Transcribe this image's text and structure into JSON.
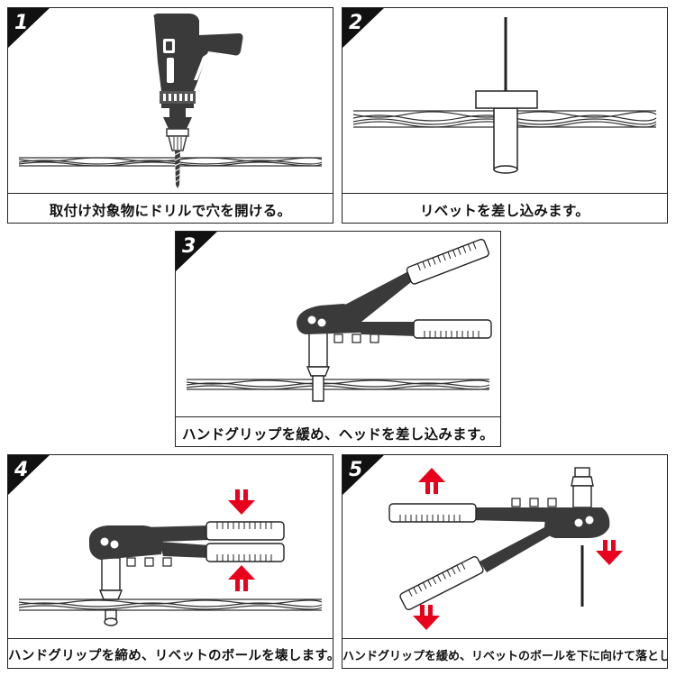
{
  "steps": [
    {
      "number": "1",
      "caption": "取付け対象物にドリルで穴を開ける。"
    },
    {
      "number": "2",
      "caption": "リベットを差し込みます。"
    },
    {
      "number": "3",
      "caption": "ハンドグリップを緩め、ヘッドを差し込みます。"
    },
    {
      "number": "4",
      "caption": "ハンドグリップを締め、リベットのボールを壊します。"
    },
    {
      "number": "5",
      "caption": "ハンドグリップを緩め、リベットのボールを下に向けて落とします。"
    }
  ],
  "colors": {
    "arrow": "#e8001c",
    "tool": "#3a3a3a",
    "border": "#222222"
  },
  "icons": [
    "drill-icon",
    "rivet-icon",
    "rivet-tool-icon",
    "arrow-down-icon",
    "arrow-up-icon"
  ]
}
